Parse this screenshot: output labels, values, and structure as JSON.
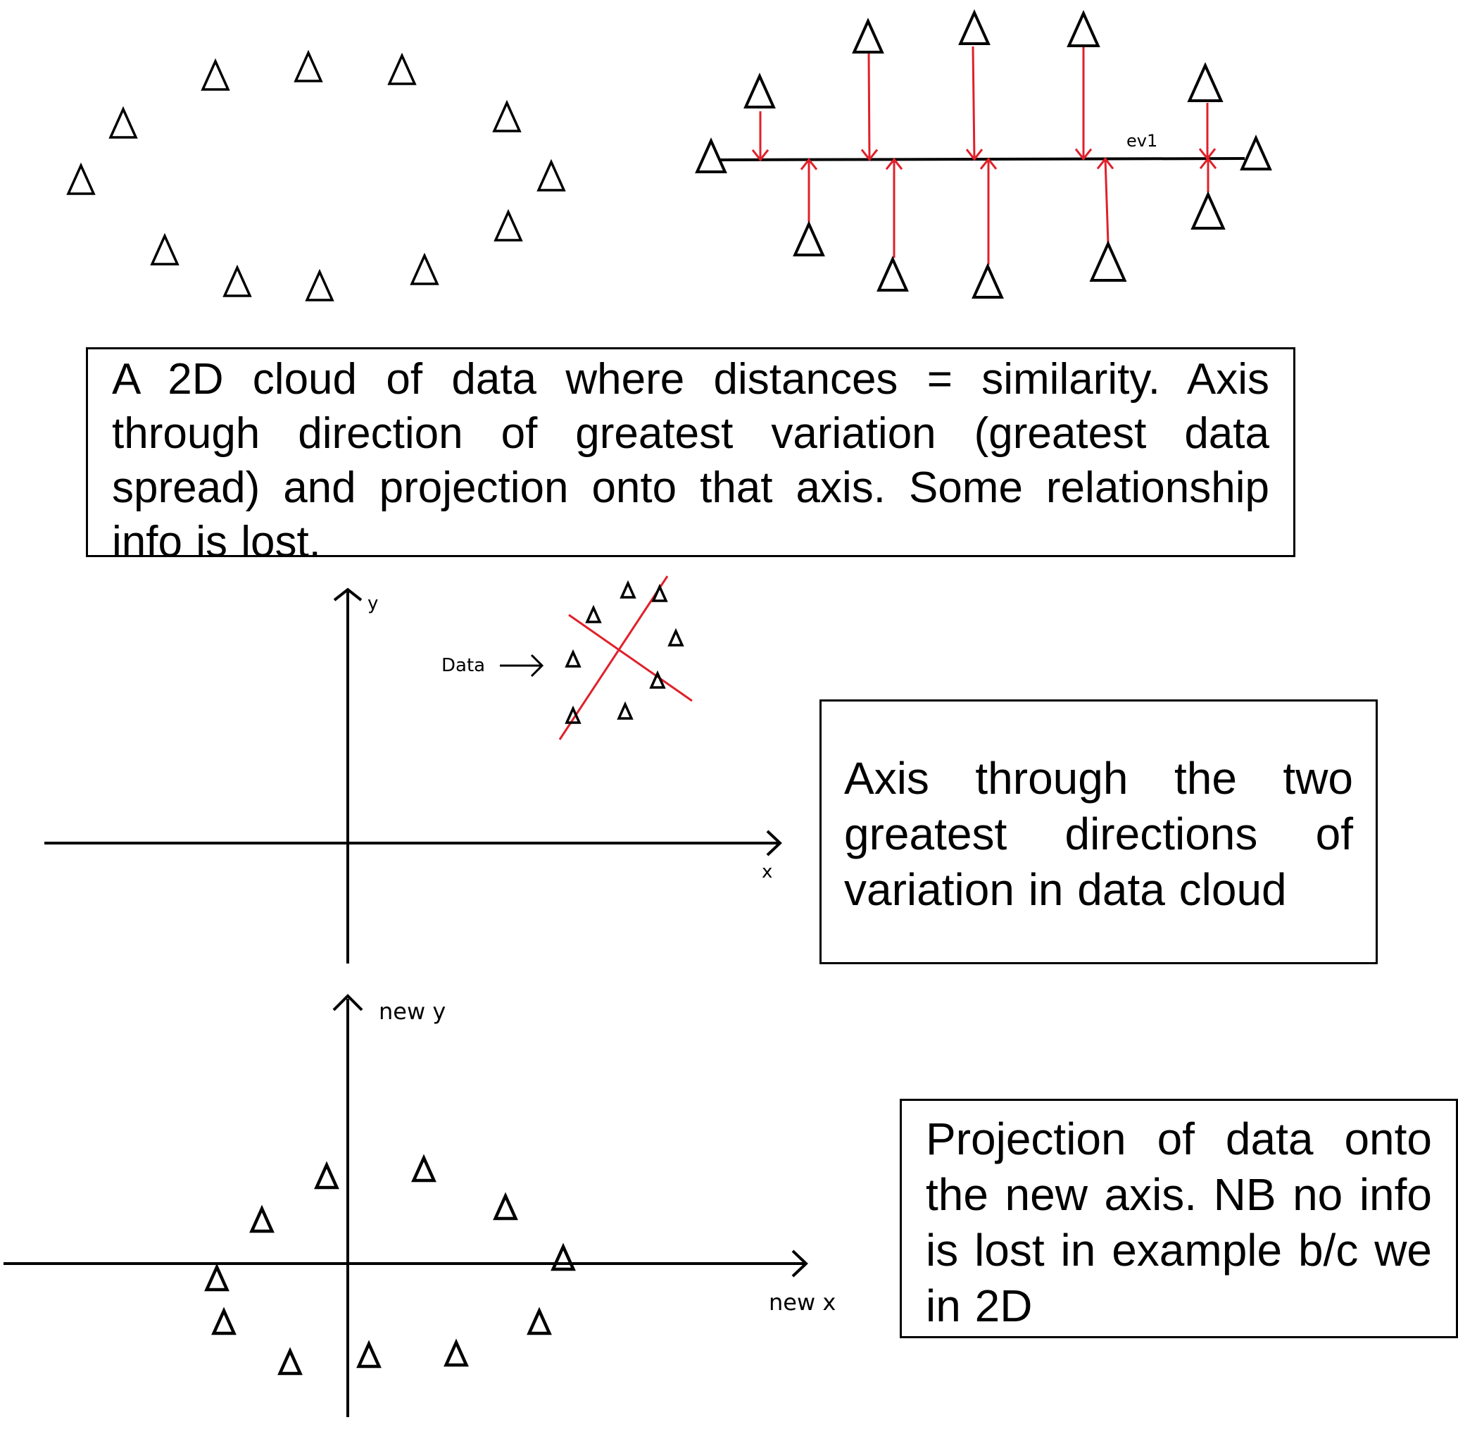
{
  "colors": {
    "ink": "#000000",
    "accent": "#e0202a",
    "background": "#ffffff"
  },
  "labels": {
    "ev1": "ev1",
    "y_axis": "y",
    "x_axis": "x",
    "data": "Data",
    "new_y": "new y",
    "new_x": "new x"
  },
  "captions": {
    "cloud_projection": "A 2D cloud of data where distances = similarity. Axis through direction of greatest variation (greatest data spread) and projection onto that axis. Some relationship info is lost.",
    "two_axes": "Axis through the two greatest directions of variation in data cloud",
    "new_axis_projection": "Projection of data onto the new axis. NB no info is lost in example b/c we in 2D"
  }
}
